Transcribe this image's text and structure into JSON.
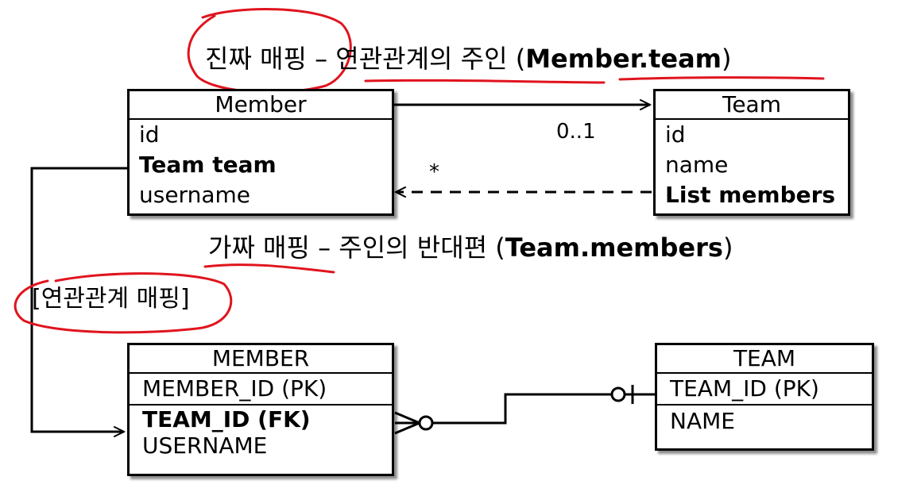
{
  "captions": {
    "real_mapping": {
      "part1": "진짜 매핑 – 연관관계의 주인 (",
      "bold": "Member.team",
      "part2": ")"
    },
    "fake_mapping": {
      "part1": "가짜 매핑 – 주인의 반대편 (",
      "bold": "Team.members",
      "part2": ")"
    },
    "relation_mapping": "[연관관계 매핑]"
  },
  "entities": {
    "member": {
      "title": "Member",
      "fields": [
        "id",
        "Team team",
        "username"
      ]
    },
    "team": {
      "title": "Team",
      "fields": [
        "id",
        "name",
        "List members"
      ]
    }
  },
  "tables": {
    "member": {
      "title": "MEMBER",
      "pk": "MEMBER_ID (PK)",
      "fk": "TEAM_ID (FK)",
      "col": "USERNAME"
    },
    "team": {
      "title": "TEAM",
      "pk": "TEAM_ID (PK)",
      "col": "NAME"
    }
  },
  "multiplicity": {
    "to_team": "0..1",
    "to_members": "*"
  },
  "colors": {
    "annotation": "#e0141e",
    "line": "#000000"
  }
}
